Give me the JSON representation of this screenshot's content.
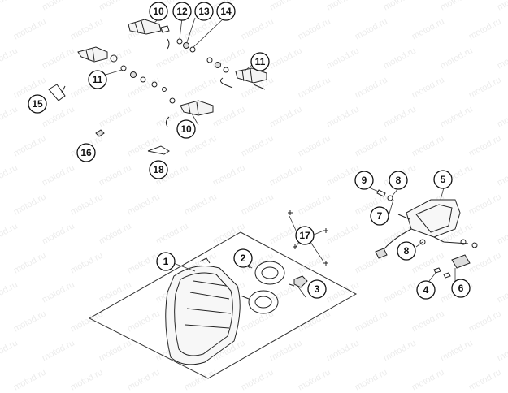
{
  "watermark": "motod.ru",
  "callouts": {
    "c1": "1",
    "c2": "2",
    "c3": "3",
    "c4": "4",
    "c5": "5",
    "c6": "6",
    "c7": "7",
    "c8a": "8",
    "c8b": "8",
    "c9": "9",
    "c10a": "10",
    "c10b": "10",
    "c11a": "11",
    "c11b": "11",
    "c12": "12",
    "c13": "13",
    "c14": "14",
    "c15": "15",
    "c16": "16",
    "c17": "17",
    "c18": "18"
  }
}
